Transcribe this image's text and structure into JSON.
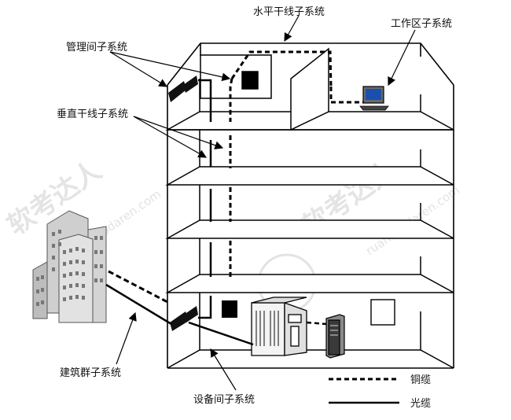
{
  "labels": {
    "horizontal": "水平干线子系统",
    "management": "管理间子系统",
    "work_area": "工作区子系统",
    "vertical": "垂直干线子系统",
    "building_group": "建筑群子系统",
    "equipment": "设备间子系统"
  },
  "legend": {
    "copper": "铜缆",
    "fiber": "光缆"
  },
  "watermark": {
    "main": "软考达人",
    "domain": "ruankaodaren.com"
  },
  "colors": {
    "line": "#000000",
    "building_fill": "#ffffff",
    "tower_fill": "#d8d8d8",
    "watermark": "#cfcfcf"
  },
  "icons": [
    "distribution-frame-icon",
    "computer-icon",
    "server-cabinet-icon",
    "equipment-rack-icon",
    "office-tower-icon"
  ]
}
